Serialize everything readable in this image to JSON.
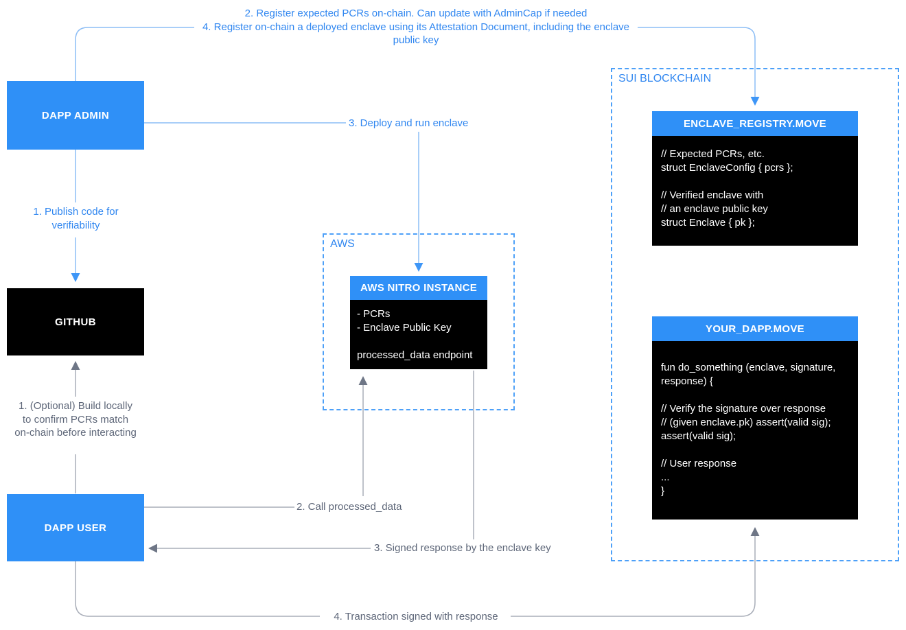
{
  "colors": {
    "node_blue": "#2f90f7",
    "node_black": "#000000",
    "dashed_border_blue": "#4da0f8",
    "blue_line": "#8cbdf5",
    "blue_arrow": "#3e96f7",
    "blue_label_text": "#2f86f0",
    "gray_line": "#a8adb8",
    "gray_arrow": "#6e7686",
    "gray_label_text": "#5d6678",
    "node_text": "#ffffff",
    "background": "#ffffff"
  },
  "nodes": {
    "dapp_admin": {
      "label": "DAPP ADMIN"
    },
    "github": {
      "label": "GITHUB"
    },
    "dapp_user": {
      "label": "DAPP USER"
    },
    "aws_group": {
      "label": "AWS"
    },
    "aws_nitro_instance": {
      "title": "AWS NITRO INSTANCE",
      "body": "- PCRs\n- Enclave Public Key\n\nprocessed_data endpoint"
    },
    "sui_group": {
      "label": "SUI BLOCKCHAIN"
    },
    "enclave_registry": {
      "title": "ENCLAVE_REGISTRY.MOVE",
      "body": "// Expected PCRs, etc.\nstruct EnclaveConfig { pcrs };\n\n// Verified enclave with\n// an enclave public key\nstruct Enclave { pk };"
    },
    "your_dapp": {
      "title": "YOUR_DAPP.MOVE",
      "body": "fun do_something (enclave, signature,\nresponse) {\n\n// Verify the signature over response\n// (given enclave.pk) assert(valid sig);\nassert(valid sig);\n\n// User response\n...\n}"
    }
  },
  "edges": {
    "register_pcrs": "2. Register expected PCRs on-chain. Can update with AdminCap if needed",
    "register_enclave": "4. Register on-chain a deployed enclave using its Attestation Document, including the enclave public key",
    "publish_code": "1. Publish code for verifiability",
    "deploy_enclave": "3. Deploy and run enclave",
    "build_locally": "1. (Optional) Build locally to confirm PCRs match on-chain before interacting",
    "call_processed_data": "2. Call processed_data",
    "signed_response": "3. Signed response by the enclave key",
    "transaction_signed": "4. Transaction signed with response"
  }
}
